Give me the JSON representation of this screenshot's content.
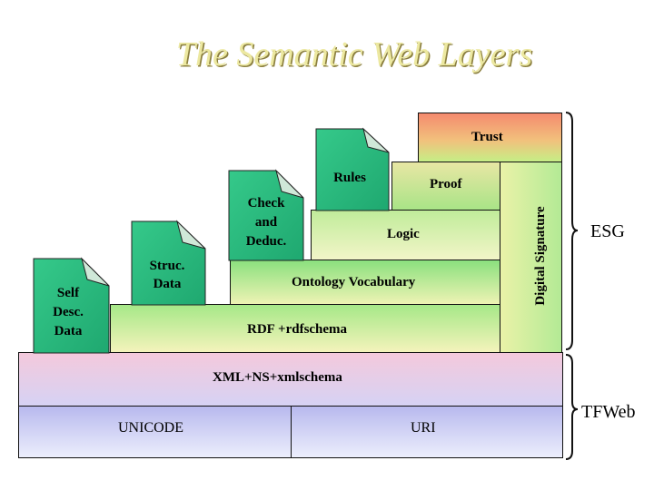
{
  "title": "The Semantic Web Layers",
  "layers": {
    "trust": "Trust",
    "proof": "Proof",
    "logic": "Logic",
    "ontology": "Ontology Vocabulary",
    "rdf": "RDF +rdfschema",
    "xml": "XML+NS+xmlschema",
    "unicode": "UNICODE",
    "uri": "URI",
    "digital_signature": "Digital Signature"
  },
  "notes": {
    "rules": "Rules",
    "check_line1": "Check",
    "check_line2": "and",
    "check_line3": "Deduc.",
    "struc_line1": "Struc.",
    "struc_line2": "Data",
    "self_line1": "Self",
    "self_line2": "Desc.",
    "self_line3": "Data"
  },
  "braces": {
    "upper": "ESG",
    "lower": "TFWeb"
  },
  "colors": {
    "trust": "#f3a06a",
    "proof": "#c6ea86",
    "logic": "#d7ee9c",
    "ontology": "#b9ed95",
    "rdf": "#cbee9e",
    "xml": "#ecd1e6",
    "base": "#cfd0f4",
    "notes": "#2fbe7e"
  }
}
